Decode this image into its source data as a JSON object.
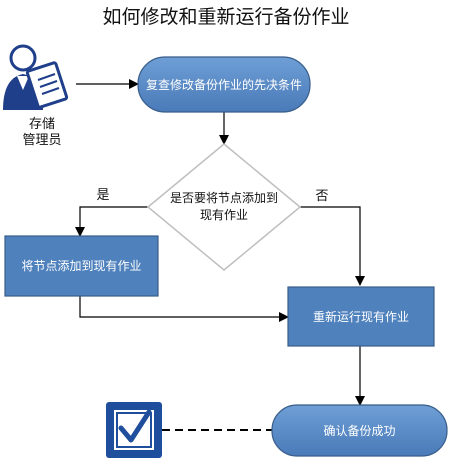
{
  "title": "如何修改和重新运行备份作业",
  "actor": {
    "label_line1": "存储",
    "label_line2": "管理员",
    "icon": "storage-admin-icon"
  },
  "nodes": {
    "review_prereq": "复查修改备份作业的先决条件",
    "decision": "是否要将节点添加到现有作业",
    "add_nodes": "将节点添加到现有作业",
    "rerun_job": "重新运行现有作业",
    "confirm_backup": "确认备份成功"
  },
  "branches": {
    "yes": "是",
    "no": "否"
  },
  "end_icon": "checklist-icon",
  "colors": {
    "node_fill": "#4f81bd",
    "node_stroke": "#385d8a",
    "decision_fill": "#ffffff",
    "decision_stroke": "#bfbfbf",
    "connector": "#000000"
  }
}
